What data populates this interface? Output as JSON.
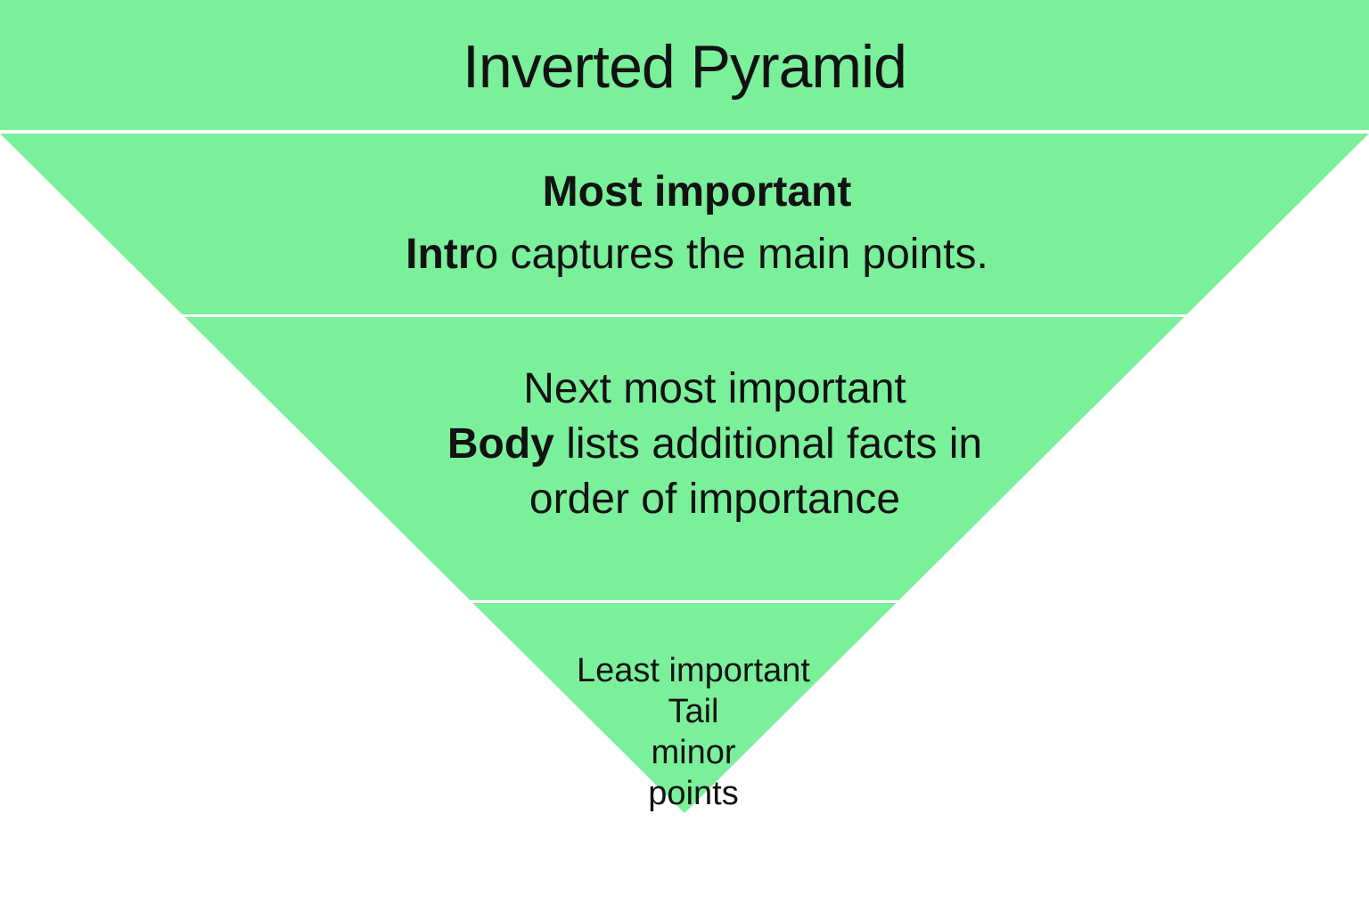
{
  "title": "Inverted Pyramid",
  "colors": {
    "pyramid_green": "#7bf09b",
    "divider_white": "#ffffff",
    "text_black": "#121212",
    "background": "#ffffff"
  },
  "sections": {
    "top": {
      "heading": "Most important",
      "intro_bold": "Intr",
      "intro_rest": "o captures the main points."
    },
    "middle": {
      "line1": "Next most important",
      "body_bold": "Body",
      "body_rest": " lists additional facts in",
      "line3": "order of importance"
    },
    "bottom": {
      "line1": "Least important",
      "line2": "Tail",
      "line3": "minor",
      "line4": "points"
    }
  }
}
